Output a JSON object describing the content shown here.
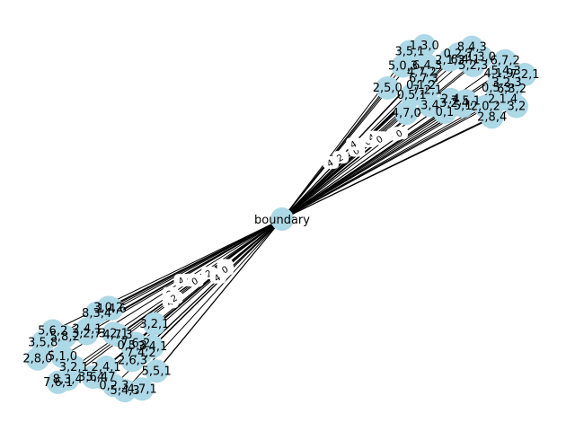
{
  "graph": {
    "center_node": "boundary",
    "node_color": "#add8e6",
    "edge_color": "#000000",
    "upper_cluster_labels": [
      "6,3,2",
      "0,5,3",
      "2,1,4",
      "3,2",
      "2,0,2",
      "2,8,4",
      "7,5,1",
      "5,1",
      "3,2,4",
      "0,1",
      "2,4",
      "4,7,0",
      "3,4",
      "7,2,1",
      "0,5,1",
      "0,1,2",
      "2,5,0",
      "6,7,3",
      "4,7,2",
      "5,0,3",
      "6,4,3",
      "3,5,1",
      "1,3,0",
      "2,1,3",
      "0,2,7",
      "8,4,3",
      "6,4,1",
      "5,2,3",
      "1,3,0",
      "6,7,2",
      "4,1,9",
      "5,4,3",
      "7,2,1",
      "3,2,3"
    ],
    "lower_cluster_labels": [
      "7,4,2",
      "2,6,3",
      "5,5,1",
      "4,7,1",
      "5,4,3",
      "0,2,3",
      "2,4,1",
      "5,4,7",
      "3,6,4",
      "8,3,4",
      "7,6,1",
      "3,2,1",
      "5,1,0",
      "2,8,0",
      "3,5,8",
      "5,8,2",
      "5,6,2",
      "2,4,1",
      "3,2,7",
      "8,3,4",
      "3,0,2",
      "1,4,6",
      "3,2,1",
      "4,7,3",
      "3,2,1",
      "7,6,2",
      "0,5,3",
      "3,4,1"
    ],
    "upper_edge_labels": [
      "4",
      "2",
      "0",
      "4",
      "0",
      "4",
      "2",
      "0",
      "4",
      "0"
    ],
    "lower_edge_labels": [
      "4",
      "2",
      "2",
      "4",
      "2",
      "0",
      "2",
      "4",
      "2",
      "0"
    ]
  }
}
